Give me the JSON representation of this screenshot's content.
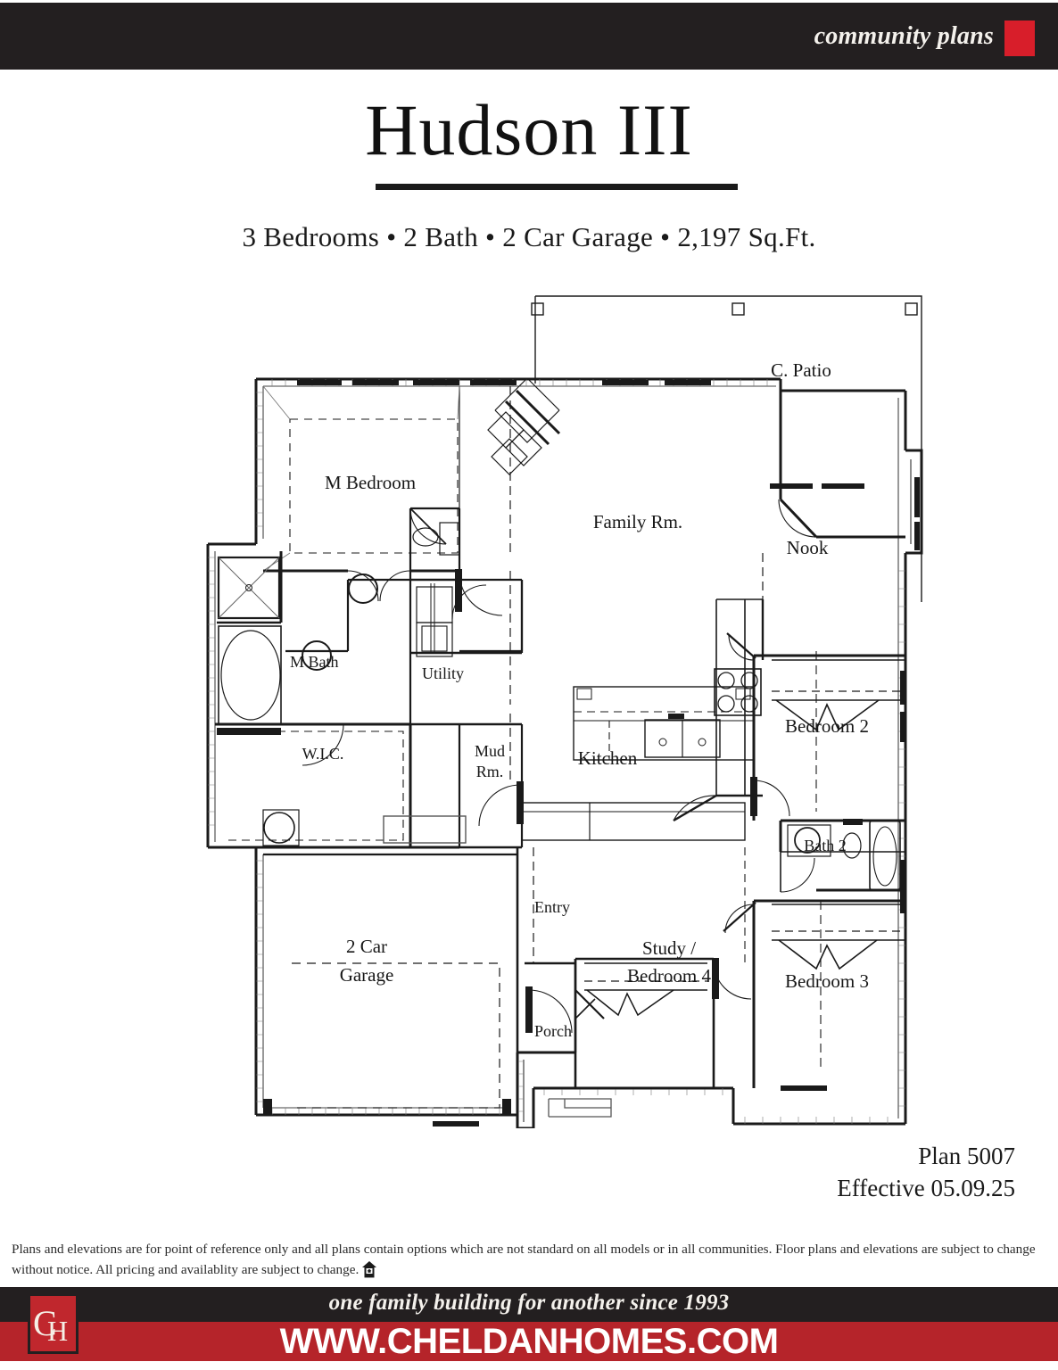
{
  "header": {
    "label": "community plans",
    "swatch_color": "#d81e2a",
    "bar_color": "#231f20"
  },
  "title": {
    "plan_name": "Hudson III",
    "subtitle": "3 Bedrooms • 2 Bath • 2 Car Garage • 2,197 Sq.Ft."
  },
  "specs": {
    "bedrooms": "3 Bedrooms",
    "baths": "2 Bath",
    "garage": "2 Car Garage",
    "area": "2,197 Sq.Ft."
  },
  "floorplan": {
    "rooms": [
      {
        "key": "c_patio",
        "label": "C. Patio"
      },
      {
        "key": "m_bedroom",
        "label": "M Bedroom"
      },
      {
        "key": "family_rm",
        "label": "Family Rm."
      },
      {
        "key": "nook",
        "label": "Nook"
      },
      {
        "key": "m_bath",
        "label": "M Bath"
      },
      {
        "key": "utility",
        "label": "Utility"
      },
      {
        "key": "wic",
        "label": "W.I.C."
      },
      {
        "key": "mud_rm_l1",
        "label": "Mud"
      },
      {
        "key": "mud_rm_l2",
        "label": "Rm."
      },
      {
        "key": "kitchen",
        "label": "Kitchen"
      },
      {
        "key": "bedroom_2",
        "label": "Bedroom 2"
      },
      {
        "key": "bath_2",
        "label": "Bath 2"
      },
      {
        "key": "garage_l1",
        "label": "2 Car"
      },
      {
        "key": "garage_l2",
        "label": "Garage"
      },
      {
        "key": "entry",
        "label": "Entry"
      },
      {
        "key": "study_l1",
        "label": "Study /"
      },
      {
        "key": "study_l2",
        "label": "Bedroom 4"
      },
      {
        "key": "bedroom_3",
        "label": "Bedroom 3"
      },
      {
        "key": "porch",
        "label": "Porch"
      }
    ]
  },
  "plan_meta": {
    "plan_number": "Plan 5007",
    "effective": "Effective 05.09.25"
  },
  "disclaimer": {
    "text": "Plans and elevations are for point of reference only and all plans contain options which are not standard on all models or in all communities. Floor plans and elevations are subject to change without notice. All pricing and availablity are subject to change."
  },
  "footer": {
    "tagline": "one family building for another since 1993",
    "url": "WWW.CHELDANHOMES.COM",
    "logo_text": "CH",
    "black_color": "#231f20",
    "red_color": "#b5242a"
  }
}
